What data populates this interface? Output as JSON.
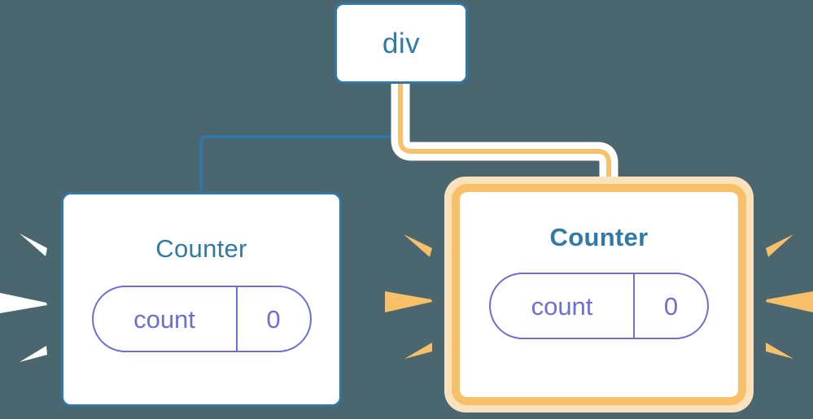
{
  "diagram": {
    "type": "component-tree",
    "background_color": "#4a666f",
    "title": "React component tree with highlighted re-render",
    "nodes": [
      {
        "id": "div",
        "label": "div",
        "role": "root-element",
        "border_color": "#2d79a9",
        "highlighted": false
      },
      {
        "id": "counter-left",
        "label": "Counter",
        "role": "component",
        "border_color": "#2d79a9",
        "highlighted": false,
        "state": {
          "key": "count",
          "value": "0"
        }
      },
      {
        "id": "counter-right",
        "label": "Counter",
        "role": "component",
        "border_color": "#f8c069",
        "glow_color": "#fae2bd",
        "highlighted": true,
        "state": {
          "key": "count",
          "value": "0"
        }
      }
    ],
    "edges": [
      {
        "from": "div",
        "to": "counter-left",
        "color": "#2d79a9",
        "highlighted": false
      },
      {
        "from": "div",
        "to": "counter-right",
        "color": "#f8c069",
        "highlighted": true
      }
    ],
    "sparkles": [
      {
        "group": "left-of-counter-left",
        "color": "#ffffff",
        "count": 3
      },
      {
        "group": "right-of-counter-left",
        "color": "#f8c069",
        "count": 3
      },
      {
        "group": "right-of-counter-right",
        "color": "#f8c069",
        "count": 3
      }
    ],
    "colors": {
      "background": "#4a666f",
      "node_blue": "#2d79a9",
      "text_blue": "#2f7aa8",
      "highlight_orange": "#f8c069",
      "highlight_glow": "#fae2bd",
      "state_purple": "#6b6fd6",
      "sparkle_white": "#ffffff",
      "node_fill": "#ffffff"
    }
  }
}
